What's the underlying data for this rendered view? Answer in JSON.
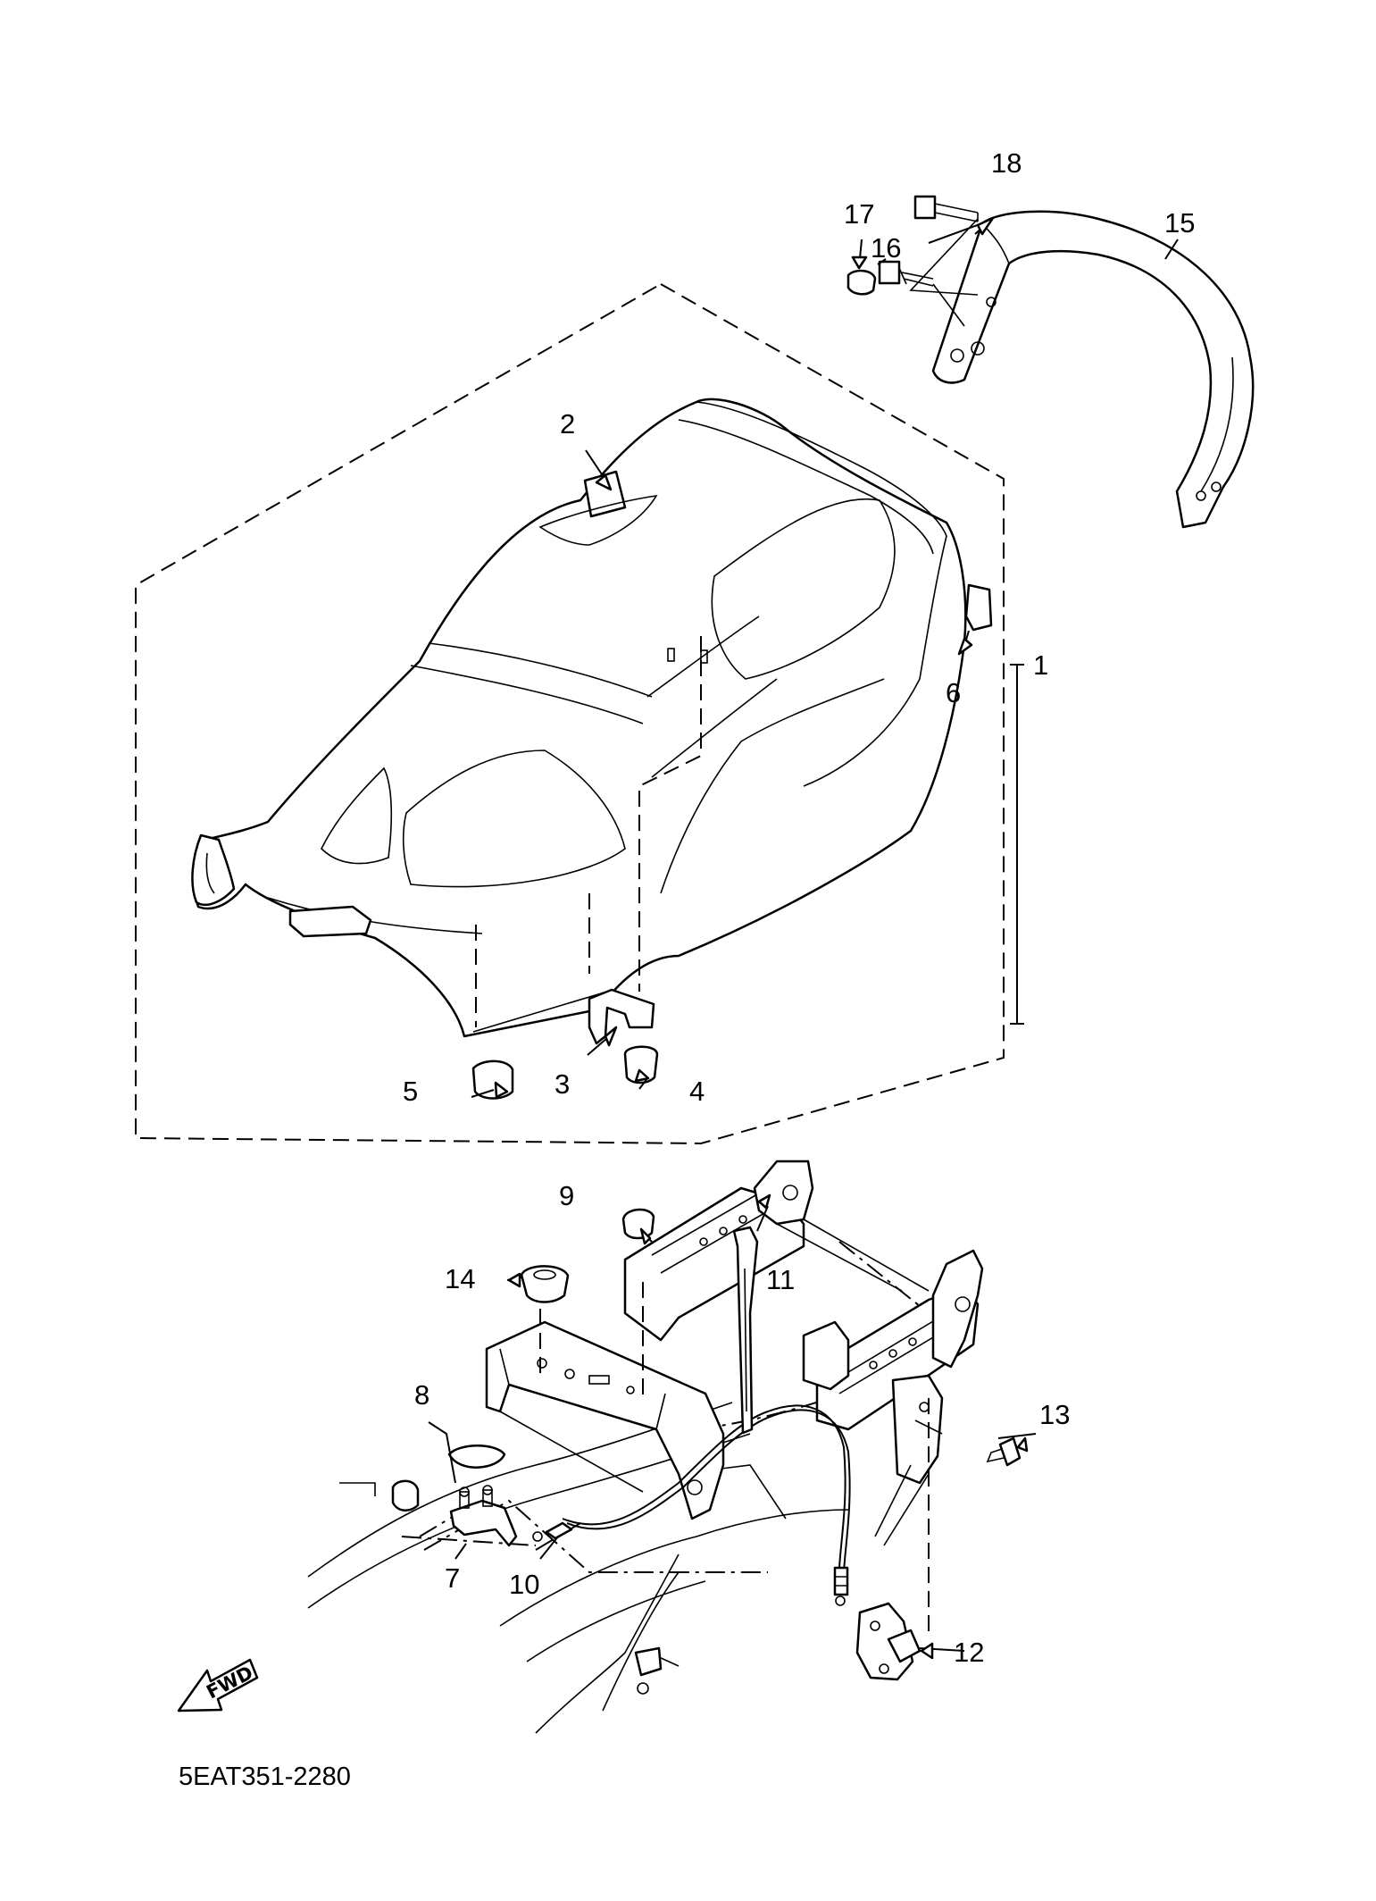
{
  "callouts": [
    {
      "id": "c1",
      "text": "1"
    },
    {
      "id": "c2",
      "text": "2"
    },
    {
      "id": "c3",
      "text": "3"
    },
    {
      "id": "c4",
      "text": "4"
    },
    {
      "id": "c5",
      "text": "5"
    },
    {
      "id": "c6",
      "text": "6"
    },
    {
      "id": "c7",
      "text": "7"
    },
    {
      "id": "c8",
      "text": "8"
    },
    {
      "id": "c9",
      "text": "9"
    },
    {
      "id": "c10",
      "text": "10"
    },
    {
      "id": "c11",
      "text": "11"
    },
    {
      "id": "c12",
      "text": "12"
    },
    {
      "id": "c13",
      "text": "13"
    },
    {
      "id": "c14",
      "text": "14"
    },
    {
      "id": "c15",
      "text": "15"
    },
    {
      "id": "c16",
      "text": "16"
    },
    {
      "id": "c17",
      "text": "17"
    },
    {
      "id": "c18",
      "text": "18"
    }
  ],
  "direction_marker": {
    "text": "FWD",
    "icon": "forward-arrow-icon"
  },
  "diagram_code": "5EAT351-2280"
}
